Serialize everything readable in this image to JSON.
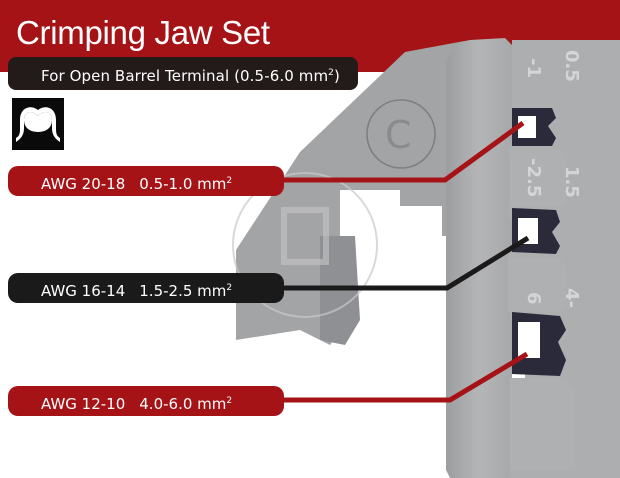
{
  "header": {
    "title": "Crimping Jaw Set",
    "subtitle": "For Open Barrel Terminal (0.5-6.0 mm",
    "subtitle_sup": "2",
    "subtitle_end": ")"
  },
  "profile_icon": "open-barrel-profile-icon",
  "jaw_markings": {
    "top": [
      "0.5",
      "-1"
    ],
    "middle": [
      "1.5",
      "-2.5"
    ],
    "bottom": [
      "4-",
      "6"
    ],
    "stamp": "©"
  },
  "labels": [
    {
      "awg": "AWG 20-18",
      "range": "0.5-1.0 mm",
      "sup": "2",
      "color": "#a51316"
    },
    {
      "awg": "AWG 16-14",
      "range": "1.5-2.5 mm",
      "sup": "2",
      "color": "#1a1a1a"
    },
    {
      "awg": "AWG 12-10",
      "range": "4.0-6.0 mm",
      "sup": "2",
      "color": "#a51316"
    }
  ],
  "colors": {
    "brand_red": "#a51316",
    "dark": "#231b1a",
    "steel": "#a9a9ab"
  }
}
